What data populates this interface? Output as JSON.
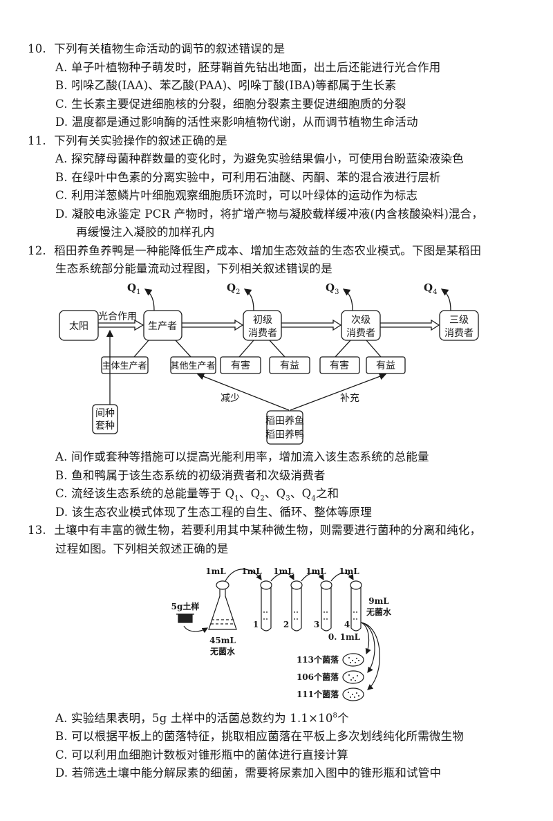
{
  "questions": [
    {
      "number": "10.",
      "stem": "下列有关植物生命活动的调节的叙述错误的是",
      "options": [
        {
          "label": "A.",
          "text": "单子叶植物种子萌发时，胚芽鞘首先钻出地面，出土后还能进行光合作用"
        },
        {
          "label": "B.",
          "text": "吲哚乙酸(IAA)、苯乙酸(PAA)、吲哚丁酸(IBA)等都属于生长素"
        },
        {
          "label": "C.",
          "text": "生长素主要促进细胞核的分裂，细胞分裂素主要促进细胞质的分裂"
        },
        {
          "label": "D.",
          "text": "温度都是通过影响酶的活性来影响植物代谢，从而调节植物生命活动"
        }
      ]
    },
    {
      "number": "11.",
      "stem": "下列有关实验操作的叙述正确的是",
      "options": [
        {
          "label": "A.",
          "text": "探究酵母菌种群数量的变化时，为避免实验结果偏小，可使用台盼蓝染液染色"
        },
        {
          "label": "B.",
          "text": "在绿叶中色素的分离实验中，可利用石油醚、丙酮、苯的混合液进行层析"
        },
        {
          "label": "C.",
          "text": "利用洋葱鳞片叶细胞观察细胞质环流时，可以叶绿体的运动作为标志"
        },
        {
          "label": "D.",
          "text": "凝胶电泳鉴定 PCR 产物时，将扩增产物与凝胶载样缓冲液(内含核酸染料)混合，",
          "cont": "再缓慢注入凝胶的加样孔内"
        }
      ]
    },
    {
      "number": "12.",
      "stem": "稻田养鱼养鸭是一种能降低生产成本、增加生态效益的生态农业模式。下图是某稻田",
      "stem_cont": "生态系统部分能量流动过程图，下列相关叙述错误的是",
      "options": [
        {
          "label": "A.",
          "text": "间作或套种等措施可以提高光能利用率，增加流入该生态系统的总能量"
        },
        {
          "label": "B.",
          "text": "鱼和鸭属于该生态系统的初级消费者和次级消费者"
        },
        {
          "label": "C.",
          "text_pre": "流经该生态系统的总能量等于 Q",
          "q_parts": [
            "1",
            "、Q",
            "2",
            "、Q",
            "3",
            "、Q",
            "4"
          ],
          "text_post": "之和"
        },
        {
          "label": "D.",
          "text": "该生态农业模式体现了生态工程的自生、循环、整体等原理"
        }
      ]
    },
    {
      "number": "13.",
      "stem": "土壤中有丰富的微生物，若要利用其中某种微生物，则需要进行菌种的分离和纯化，",
      "stem_cont": "过程如图。下列相关叙述正确的是",
      "options": [
        {
          "label": "A.",
          "text_pre": "实验结果表明，5g 土样中的活菌总数约为 1.1×10",
          "sup": "8",
          "text_post": "个"
        },
        {
          "label": "B.",
          "text": "可以根据平板上的菌落特征，挑取相应菌落在平板上多次划线纯化所需微生物"
        },
        {
          "label": "C.",
          "text": "可以利用血细胞计数板对锥形瓶中的菌体进行直接计算"
        },
        {
          "label": "D.",
          "text": "若筛选土壤中能分解尿素的细菌，需要将尿素加入图中的锥形瓶和试管中"
        }
      ]
    }
  ],
  "energy_diagram": {
    "nodes": {
      "sun": "太阳",
      "producer": "生产者",
      "primary_l1": "初级",
      "primary_l2": "消费者",
      "secondary_l1": "次级",
      "secondary_l2": "消费者",
      "tertiary_l1": "三级",
      "tertiary_l2": "消费者",
      "main_producer": "主体生产者",
      "other_producer": "其他生产者",
      "harmful_1": "有害",
      "beneficial_1": "有益",
      "harmful_2": "有害",
      "beneficial_2": "有益",
      "intercrop_l1": "间种",
      "intercrop_l2": "套种",
      "fishduck_l1": "稻田养鱼",
      "fishduck_l2": "稻田养鸭"
    },
    "labels": {
      "photosynthesis": "光合作用",
      "reduce": "减少",
      "supplement": "补充"
    },
    "heat_losses": [
      {
        "q": "Q",
        "sub": "1"
      },
      {
        "q": "Q",
        "sub": "2"
      },
      {
        "q": "Q",
        "sub": "3"
      },
      {
        "q": "Q",
        "sub": "4"
      }
    ]
  },
  "dilution_diagram": {
    "soil_label": "5g土样",
    "flask_volume": "45mL",
    "flask_water": "无菌水",
    "transfer_volumes": [
      "1mL",
      "1mL",
      "1mL",
      "1mL",
      "1mL"
    ],
    "tube_numbers": [
      "1",
      "2",
      "3",
      "4"
    ],
    "tube_volume": "9mL",
    "tube_water": "无菌水",
    "plating_volume": "0. 1mL",
    "plates": [
      {
        "count": "113个菌落"
      },
      {
        "count": "106个菌落"
      },
      {
        "count": "111个菌落"
      }
    ]
  }
}
